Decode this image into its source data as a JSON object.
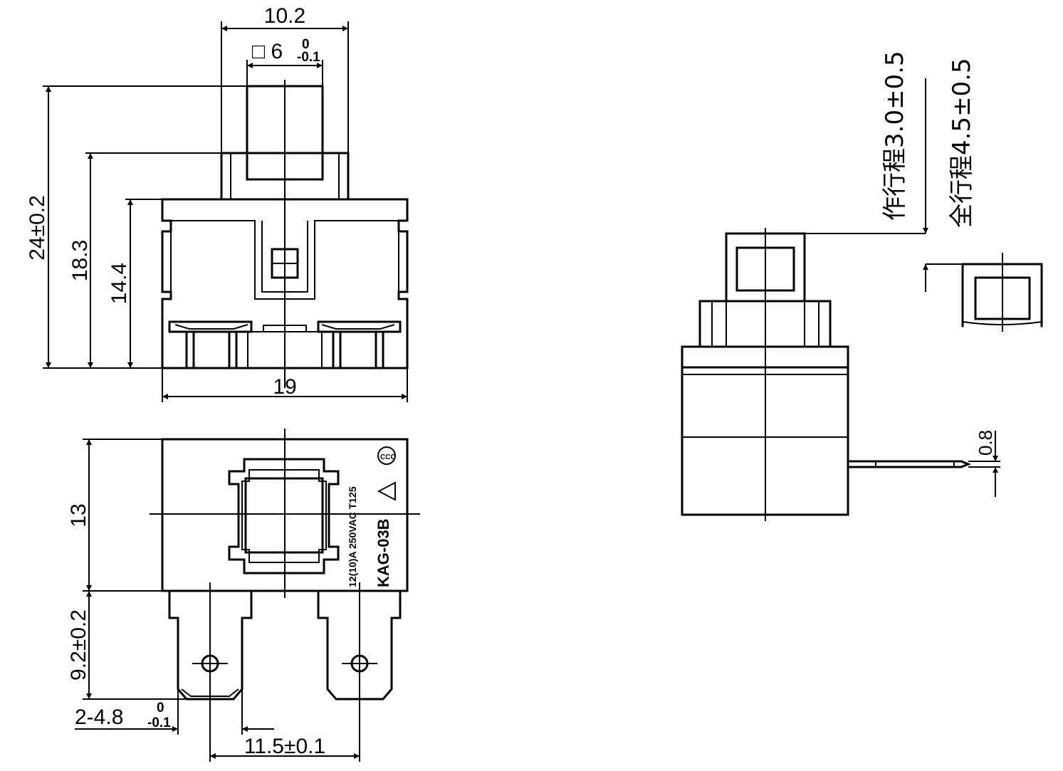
{
  "front_view": {
    "width_top": "10.2",
    "square_prefix": "□ 6",
    "square_tol_upper": "0",
    "square_tol_lower": "-0.1",
    "height_total": "24±0.2",
    "height_mid": "18.3",
    "height_body": "14.4",
    "width_base": "19"
  },
  "bottom_view": {
    "depth": "13",
    "terminal_length": "9.2±0.2",
    "terminal_width_prefix": "2-4.8",
    "terminal_tol_upper": "0",
    "terminal_tol_lower": "-0.1",
    "terminal_pitch": "11.5±0.1",
    "marking_rating": "12(10)A  250VAC  T125",
    "marking_model": "KAG-03B"
  },
  "side_view": {
    "working_travel": "作行程3.0±0.5",
    "total_travel": "全行程4.5±0.5",
    "terminal_thickness": "0.8"
  }
}
